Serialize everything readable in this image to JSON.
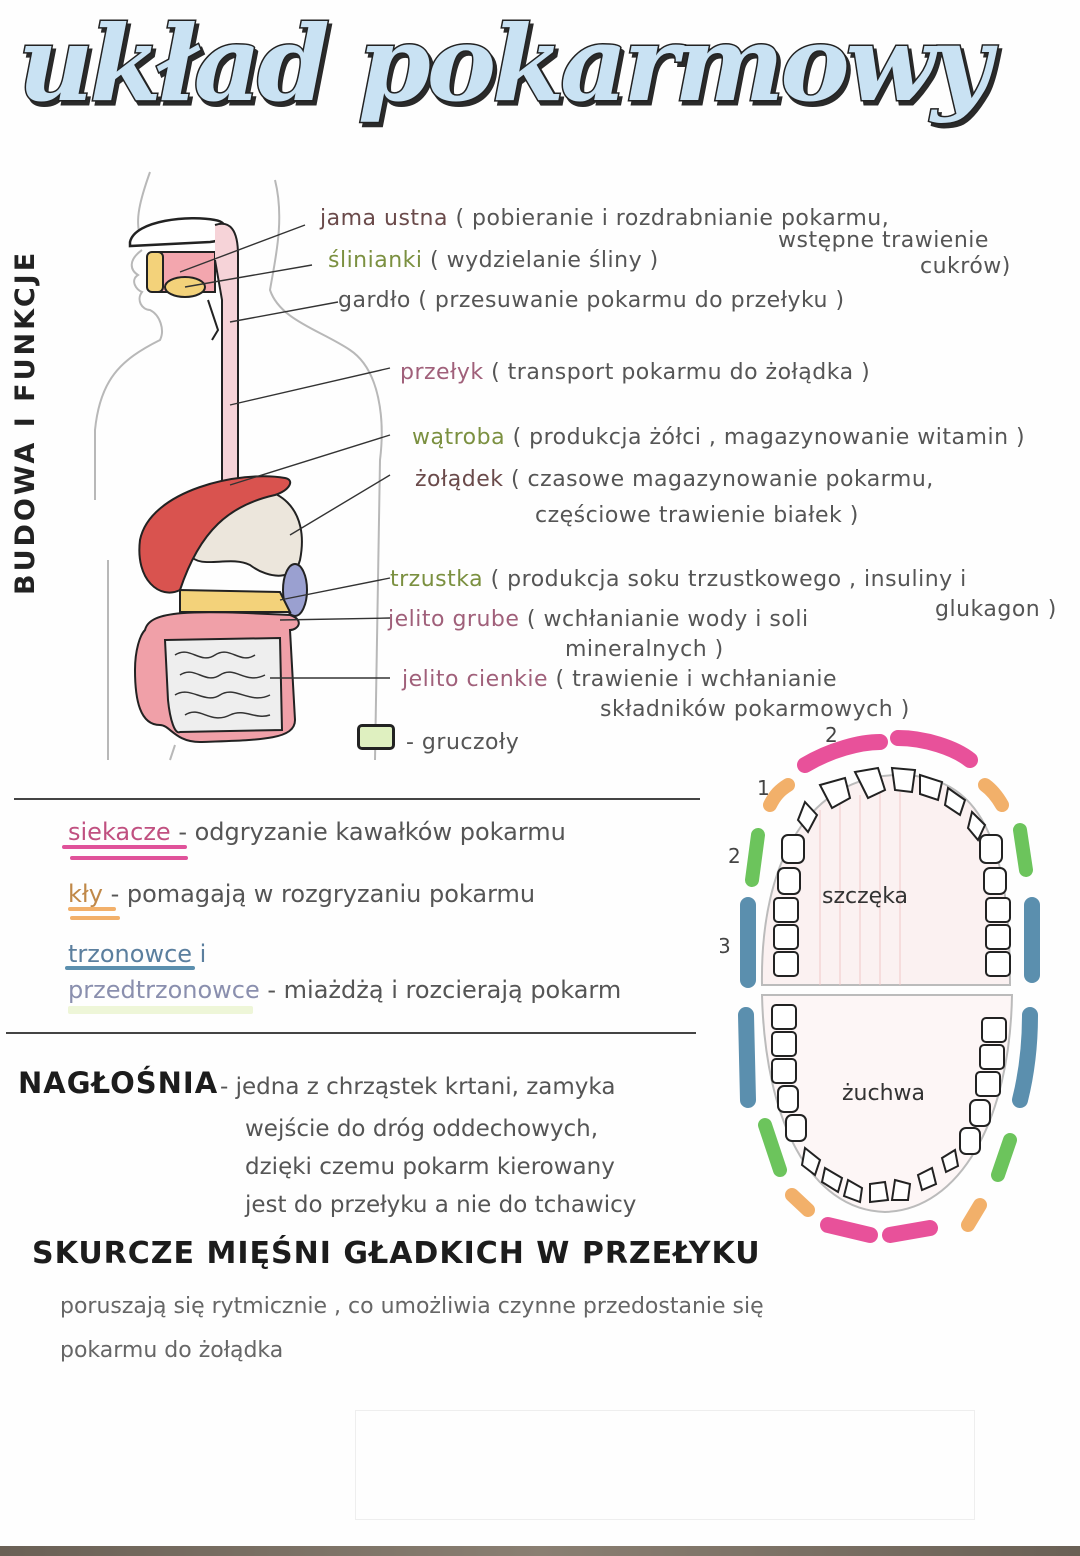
{
  "title": "układ pokarmowy",
  "side_label": "BUDOWA I FUNKCJE",
  "colors": {
    "title_fill": "#c9e2f3",
    "incisors": "#e8519a",
    "canines": "#f2b06a",
    "premolars": "#6cc45c",
    "molars": "#5b8fae",
    "glands": "#dff0c0",
    "liver": "#d9534f",
    "intestine_large": "#f0a0a8",
    "pancreas": "#f3d27a",
    "gallbladder": "#9aa0d0"
  },
  "organs": [
    {
      "name": "jama ustna",
      "desc_lines": [
        "( pobieranie i rozdrabnianie pokarmu,",
        "wstępne trawienie",
        "cukrów)"
      ]
    },
    {
      "name": "ślinianki",
      "desc_lines": [
        "( wydzielanie śliny )"
      ]
    },
    {
      "name": "gardło",
      "desc_lines": [
        "( przesuwanie pokarmu do przełyku )"
      ]
    },
    {
      "name": "przełyk",
      "desc_lines": [
        "( transport pokarmu do żołądka )"
      ]
    },
    {
      "name": "wątroba",
      "desc_lines": [
        "( produkcja żółci , magazynowanie witamin )"
      ]
    },
    {
      "name": "żołądek",
      "desc_lines": [
        "( czasowe magazynowanie pokarmu,",
        "częściowe trawienie białek )"
      ]
    },
    {
      "name": "trzustka",
      "desc_lines": [
        "( produkcja soku trzustkowego , insuliny i",
        "glukagon )"
      ]
    },
    {
      "name": "jelito grube",
      "desc_lines": [
        "( wchłanianie wody i soli",
        "mineralnych )"
      ]
    },
    {
      "name": "jelito cienkie",
      "desc_lines": [
        "( trawienie i wchłanianie",
        "składników pokarmowych )"
      ]
    }
  ],
  "legend": {
    "label": "- gruczoły"
  },
  "teeth": [
    {
      "name": "siekacze",
      "desc": "- odgryzanie kawałków pokarmu"
    },
    {
      "name": "kły",
      "desc": "- pomagają w rozgryzaniu pokarmu"
    },
    {
      "name": "trzonowce i",
      "desc": ""
    },
    {
      "name": "przedtrzonowce",
      "desc": "- miażdżą i rozcierają pokarm"
    }
  ],
  "jaw": {
    "upper_label": "szczęka",
    "lower_label": "żuchwa",
    "counts": [
      "2",
      "1",
      "2",
      "3"
    ]
  },
  "epiglottis": {
    "heading": "NAGŁOŚNIA",
    "lines": [
      "- jedna z chrząstek krtani, zamyka",
      "wejście do dróg oddechowych,",
      "dzięki czemu pokarm kierowany",
      "jest do przełyku a nie do tchawicy"
    ]
  },
  "peristalsis": {
    "heading": "SKURCZE MIĘŚNI GŁADKICH W PRZEŁYKU",
    "lines": [
      "poruszają się rytmicznie , co umożliwia czynne przedostanie się",
      "pokarmu do żołądka"
    ]
  }
}
